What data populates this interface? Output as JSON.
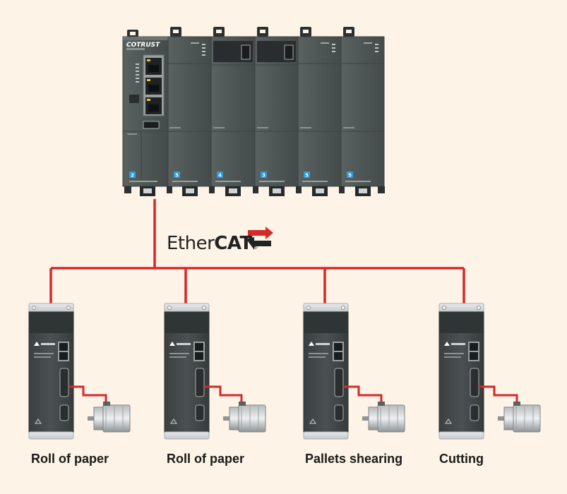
{
  "plc": {
    "brand": "COTRUST",
    "module_badges": [
      "2",
      "5",
      "4",
      "3",
      "5",
      "5"
    ]
  },
  "network": {
    "brand_prefix": "Ether",
    "brand_bold": "CAT",
    "registered": "®"
  },
  "drives": [
    {
      "label": "Roll of paper"
    },
    {
      "label": "Roll of paper"
    },
    {
      "label": "Pallets shearing"
    },
    {
      "label": "Cutting"
    }
  ],
  "colors": {
    "background": "#fdf3e6",
    "cable": "#d42a2a",
    "module": "#545b5a",
    "badge": "#2c9be0"
  }
}
